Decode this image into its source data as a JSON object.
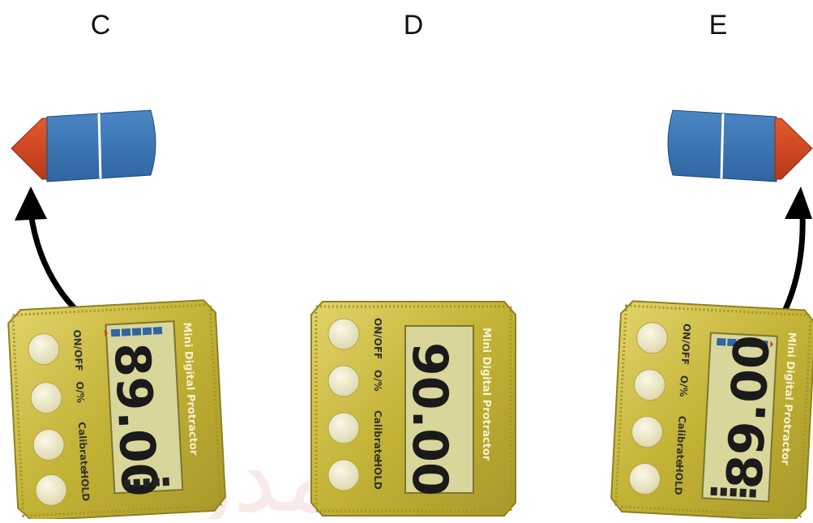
{
  "labels": {
    "c": "C",
    "d": "D",
    "e": "E"
  },
  "device": {
    "brand_text": "Mini Digital Protractor",
    "btn_onoff": "ON/OFF",
    "btn_zero": "O/%",
    "btn_calibrate": "Calibrate",
    "btn_hold": "HOLD"
  },
  "readings": {
    "c": "89.00",
    "d": "90.00",
    "e": "89.00"
  },
  "colors": {
    "body": "#c9b93e",
    "screen": "#d8d69a",
    "button": "#f1edd4",
    "bubble": "#3a74b3",
    "pointer": "#d0471f",
    "arrow": "#000000"
  },
  "watermark": "مدرستنا"
}
